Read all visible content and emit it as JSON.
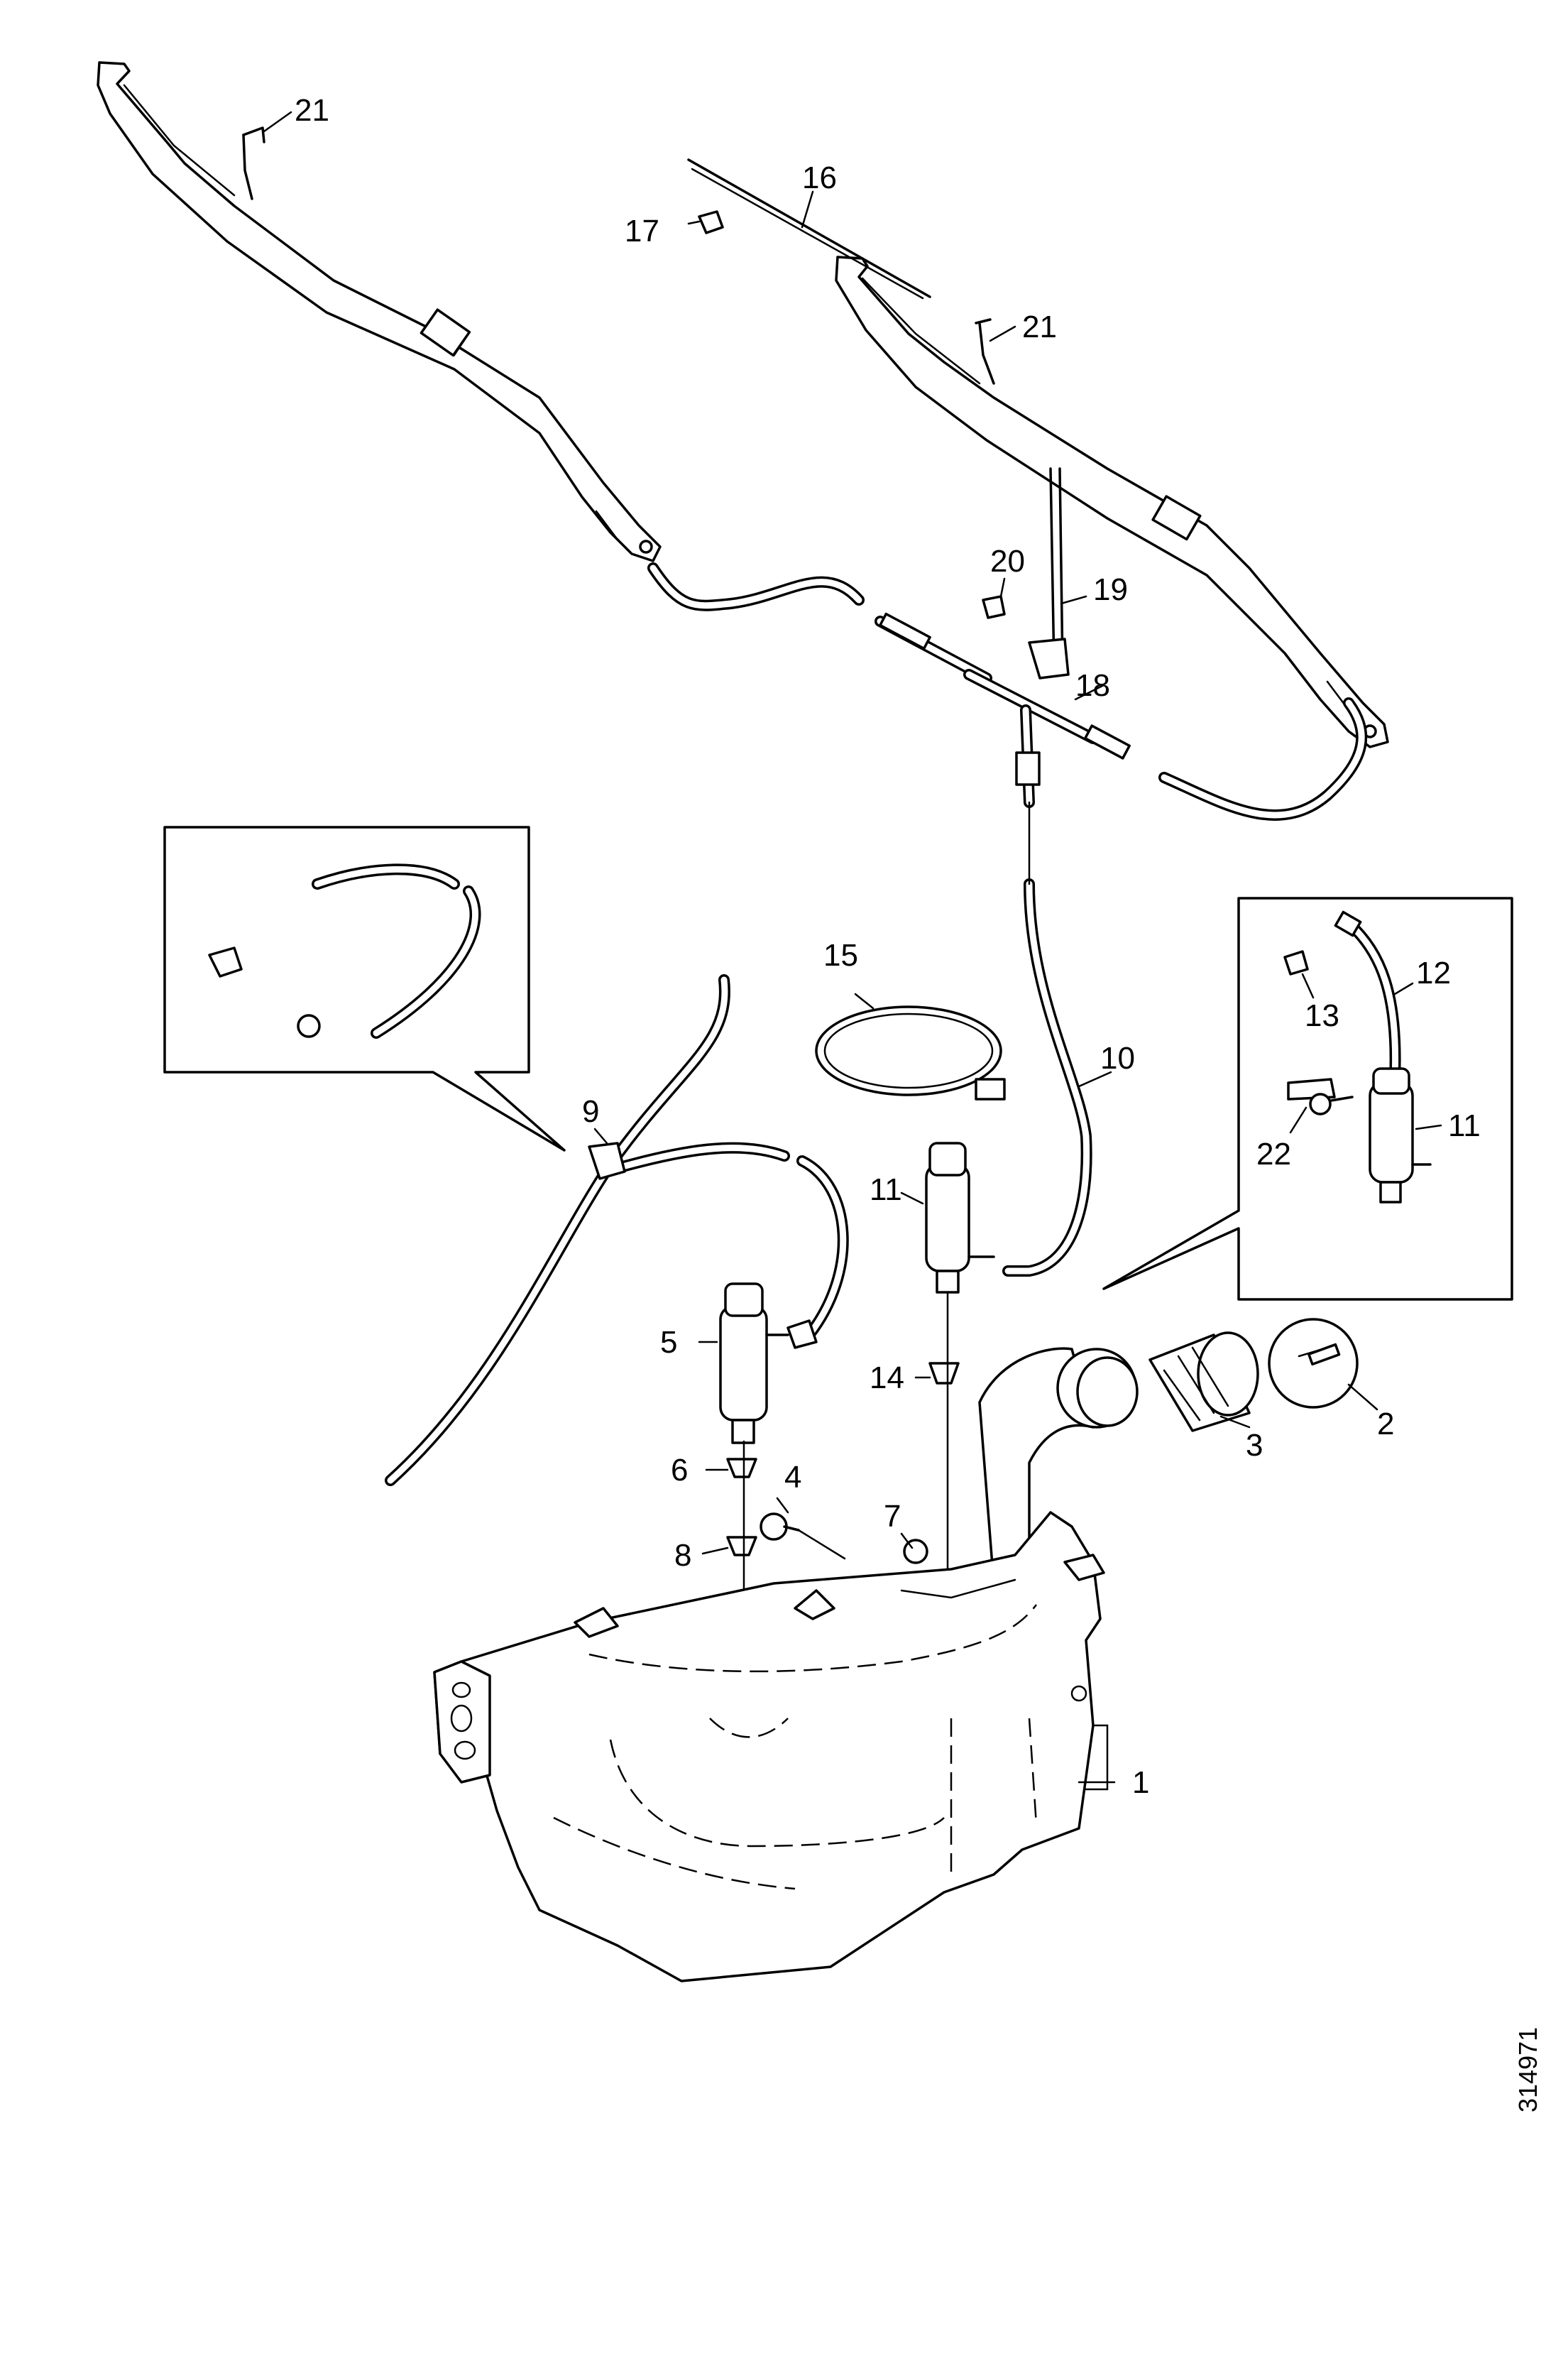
{
  "diagram": {
    "document_number": "314971",
    "callouts": [
      {
        "id": "c1",
        "text": "1"
      },
      {
        "id": "c2",
        "text": "2"
      },
      {
        "id": "c3",
        "text": "3"
      },
      {
        "id": "c4",
        "text": "4"
      },
      {
        "id": "c5",
        "text": "5"
      },
      {
        "id": "c6",
        "text": "6"
      },
      {
        "id": "c7",
        "text": "7"
      },
      {
        "id": "c8",
        "text": "8"
      },
      {
        "id": "c9",
        "text": "9"
      },
      {
        "id": "c10",
        "text": "10"
      },
      {
        "id": "c11a",
        "text": "11"
      },
      {
        "id": "c11b",
        "text": "11"
      },
      {
        "id": "c12",
        "text": "12"
      },
      {
        "id": "c13",
        "text": "13"
      },
      {
        "id": "c14",
        "text": "14"
      },
      {
        "id": "c15",
        "text": "15"
      },
      {
        "id": "c16",
        "text": "16"
      },
      {
        "id": "c17",
        "text": "17"
      },
      {
        "id": "c18",
        "text": "18"
      },
      {
        "id": "c19",
        "text": "19"
      },
      {
        "id": "c20",
        "text": "20"
      },
      {
        "id": "c21a",
        "text": "21"
      },
      {
        "id": "c21b",
        "text": "21"
      },
      {
        "id": "c22",
        "text": "22"
      }
    ]
  }
}
